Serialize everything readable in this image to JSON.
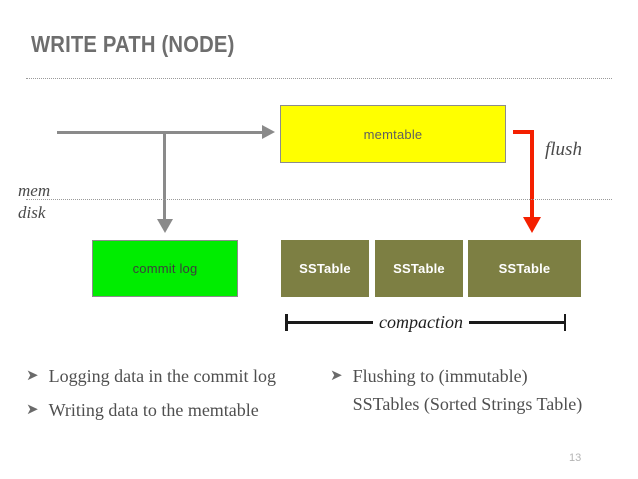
{
  "slide": {
    "title": "WRITE PATH (NODE)",
    "page_number": "13"
  },
  "diagram": {
    "memtable_label": "memtable",
    "commit_log_label": "commit log",
    "sstables": [
      {
        "label": "SSTable"
      },
      {
        "label": "SSTable"
      },
      {
        "label": "SSTable"
      }
    ],
    "flush_label": "flush",
    "compaction_label": "compaction",
    "tier_labels": {
      "mem": "mem",
      "disk": "disk"
    },
    "colors": {
      "memtable_fill": "#ffff00",
      "commit_log_fill": "#00ed00",
      "sstable_fill": "#7d7f43",
      "box_border": "#8c8c8c",
      "flush_arrow": "#f42000",
      "write_arrow": "#8a8a8a",
      "title_text": "#6e6e6e"
    }
  },
  "bullets": {
    "marker": "➤",
    "left": [
      "Logging data in the commit log",
      "Writing data to the memtable"
    ],
    "right": [
      {
        "line1": "Flushing to (immutable)",
        "line2": "SSTables (Sorted Strings Table)"
      }
    ]
  }
}
